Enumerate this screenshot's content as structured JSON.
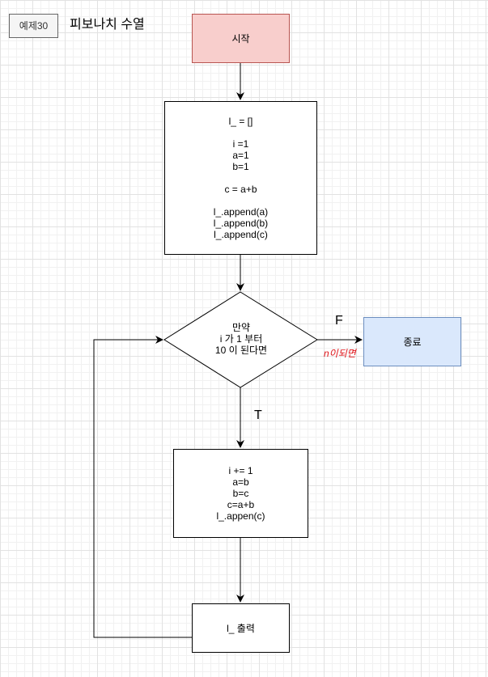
{
  "example_label": "예제30",
  "title": "피보나치 수열",
  "nodes": {
    "start": "시작",
    "init": "l_ = []\n\ni =1\na=1\nb=1\n\nc = a+b\n\nl_.append(a)\nl_.append(b)\nl_.append(c)",
    "condition": "만약\ni 가 1 부터\n10 이 된다면",
    "end": "종료",
    "loop_body": "i += 1\na=b\nb=c\nc=a+b\nl_.appen(c)",
    "output": "l_ 출력"
  },
  "edge_labels": {
    "false": "F",
    "true": "T",
    "false_note": "n이되면"
  },
  "colors": {
    "start_fill": "#f8cecc",
    "start_stroke": "#b85450",
    "end_fill": "#dae8fc",
    "end_stroke": "#6c8ebf",
    "note_text": "#e0161b"
  }
}
